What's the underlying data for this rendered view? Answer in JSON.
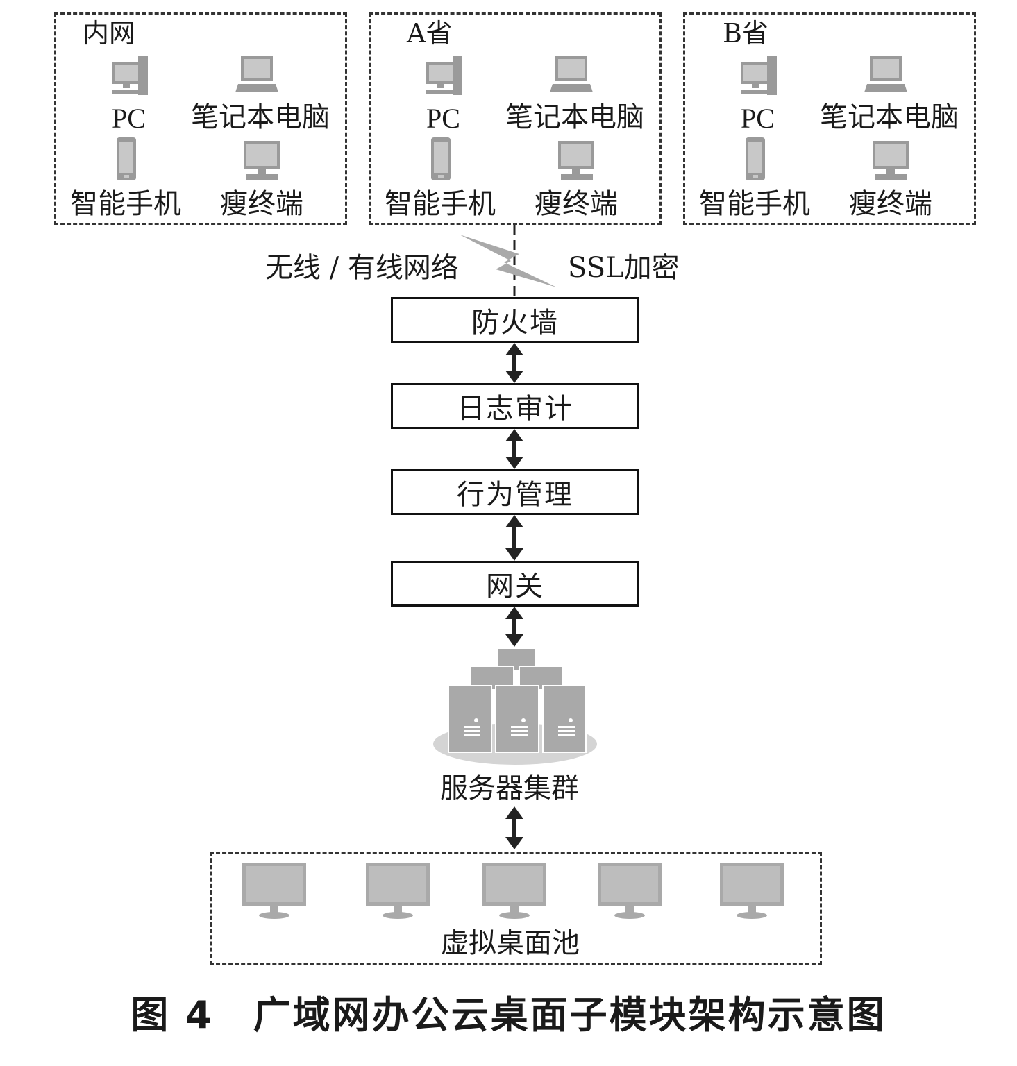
{
  "zones": [
    {
      "title": "内网",
      "devices": {
        "pc": "PC",
        "laptop": "笔记本电脑",
        "phone": "智能手机",
        "thin": "瘦终端"
      }
    },
    {
      "title": "A省",
      "devices": {
        "pc": "PC",
        "laptop": "笔记本电脑",
        "phone": "智能手机",
        "thin": "瘦终端"
      }
    },
    {
      "title": "B省",
      "devices": {
        "pc": "PC",
        "laptop": "笔记本电脑",
        "phone": "智能手机",
        "thin": "瘦终端"
      }
    }
  ],
  "link": {
    "left_label": "无线 / 有线网络",
    "right_label": "SSL加密"
  },
  "layers": [
    "防火墙",
    "日志审计",
    "行为管理",
    "网关"
  ],
  "server_cluster_label": "服务器集群",
  "desktop_pool_label": "虚拟桌面池",
  "figure_caption": "图 4　广域网办公云桌面子模块架构示意图",
  "colors": {
    "icon_gray": "#a9a9a9",
    "line": "#222222"
  }
}
